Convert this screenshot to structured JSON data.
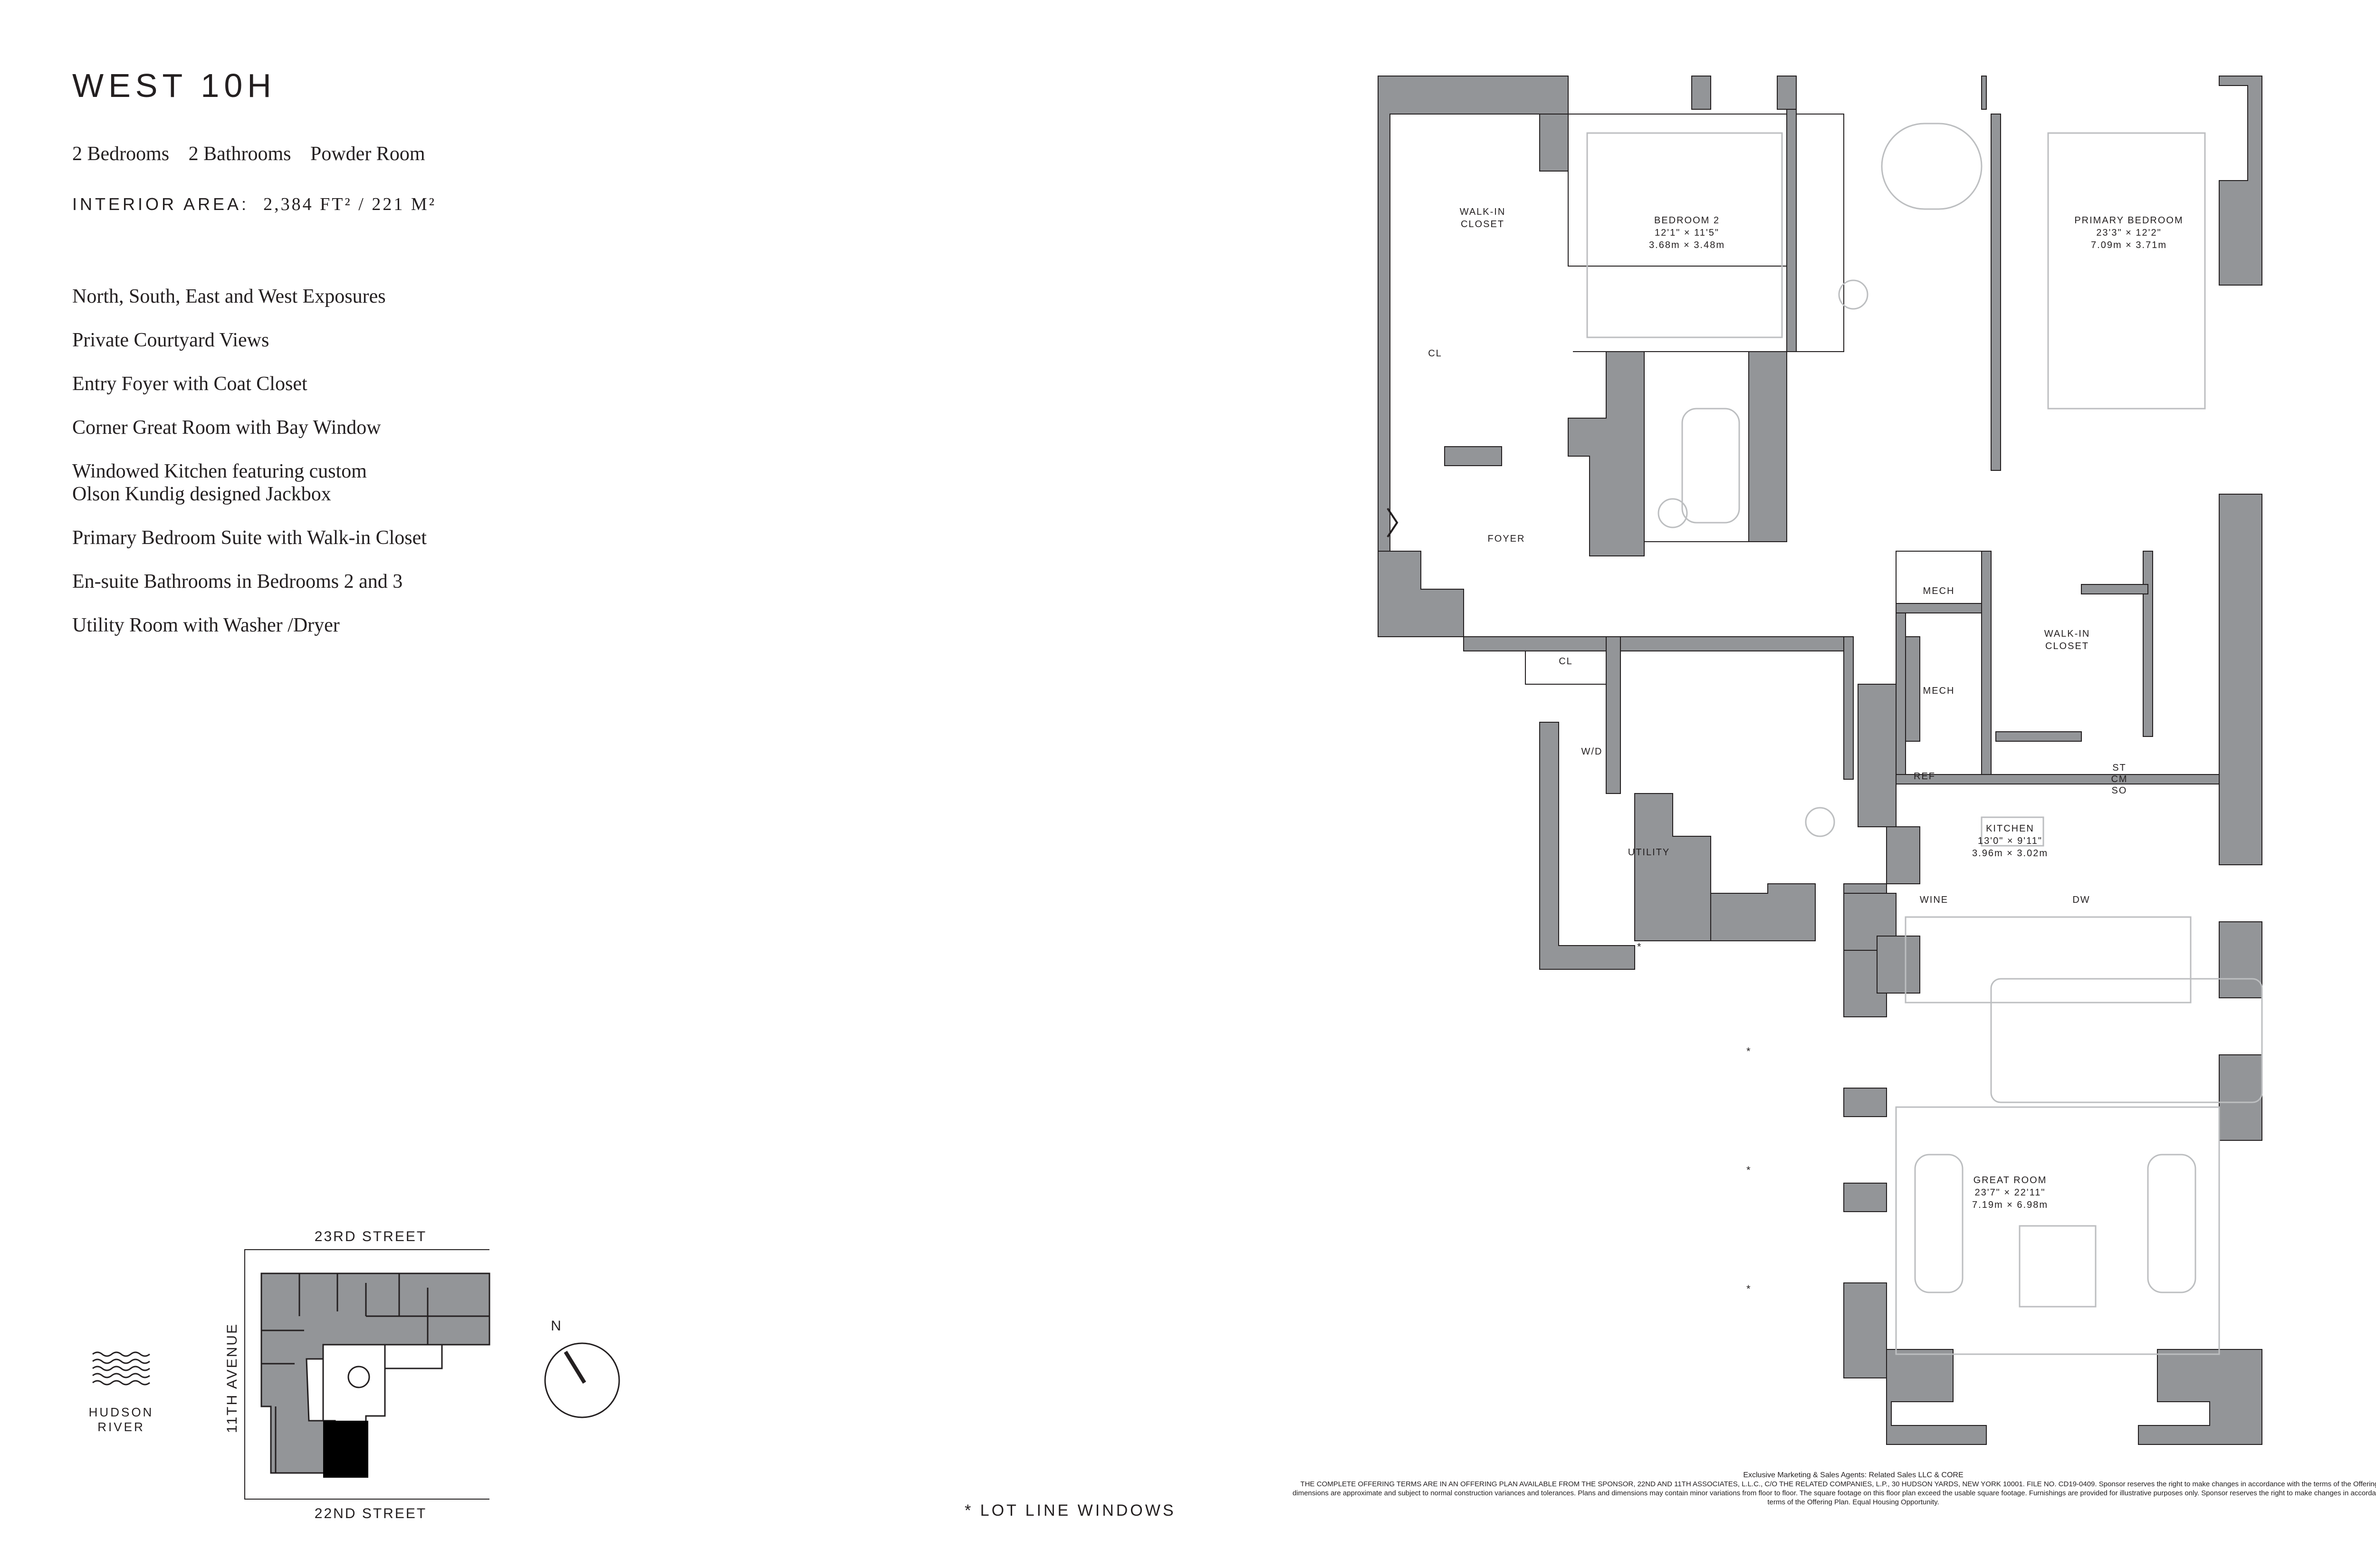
{
  "title": "WEST 10H",
  "room_counts": [
    "2 Bedrooms",
    "2 Bathrooms",
    "Powder Room"
  ],
  "interior_area": {
    "label": "INTERIOR AREA:",
    "value": "2,384 FT² / 221 M²"
  },
  "features": [
    "North, South, East and West Exposures",
    "Private Courtyard Views",
    "Entry Foyer with Coat Closet",
    "Corner Great Room with Bay Window",
    "Windowed Kitchen featuring custom\nOlson Kundig designed Jackbox",
    "Primary Bedroom Suite with Walk-in Closet",
    "En-suite Bathrooms in Bedrooms 2 and 3",
    "Utility Room with Washer /Dryer"
  ],
  "plan": {
    "rooms": {
      "walk_in_closet_1": [
        "WALK-IN",
        "CLOSET"
      ],
      "bedroom_2": [
        "BEDROOM 2",
        "12'1\" × 11'5\"",
        "3.68m × 3.48m"
      ],
      "primary_bedroom": [
        "PRIMARY BEDROOM",
        "23'3\" × 12'2\"",
        "7.09m × 3.71m"
      ],
      "cl_1": "CL",
      "foyer": "FOYER",
      "cl_2": "CL",
      "mech_1": "MECH",
      "mech_2": "MECH",
      "walk_in_closet_2": [
        "WALK-IN",
        "CLOSET"
      ],
      "wd": "W/D",
      "utility": "UTILITY",
      "ref": "REF",
      "st_cm_so": [
        "ST",
        "CM",
        "SO"
      ],
      "kitchen": [
        "KITCHEN",
        "13'0\" × 9'11\"",
        "3.96m × 3.02m"
      ],
      "wine": "WINE",
      "dw": "DW",
      "great_room": [
        "GREAT ROOM",
        "23'7\" × 22'11\"",
        "7.19m × 6.98m"
      ]
    },
    "lot_line_marker": "*"
  },
  "key_plan": {
    "north_street": "23RD STREET",
    "south_street": "22ND STREET",
    "west_avenue": "11TH AVENUE",
    "river_label": "HUDSON RIVER",
    "compass_label": "N"
  },
  "lot_line_note": "* LOT LINE WINDOWS",
  "legal": {
    "agent": "Exclusive Marketing & Sales Agents: Related Sales LLC & CORE",
    "text": "THE COMPLETE OFFERING TERMS ARE IN AN OFFERING PLAN AVAILABLE FROM THE SPONSOR, 22ND AND 11TH ASSOCIATES, L.L.C., C/O THE RELATED COMPANIES, L.P., 30 HUDSON YARDS, NEW YORK 10001. FILE NO. CD19-0409. Sponsor reserves the right to make changes in accordance with the terms of the Offering Plan. All dimensions are approximate and subject to normal construction variances and tolerances. Plans and dimensions may contain minor variations from floor to floor. The square footage on this floor plan exceed the usable square footage. Furnishings are provided for illustrative purposes only. Sponsor reserves the right to make changes in accordance with the terms of the Offering Plan. Equal Housing Opportunity."
  },
  "colors": {
    "wall": "#939598",
    "ink": "#231f20",
    "fixture": "#bcbec0",
    "unit_highlight": "#000000"
  }
}
